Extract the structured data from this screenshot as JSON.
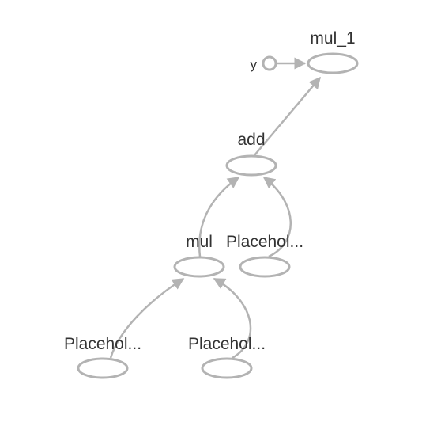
{
  "graph": {
    "nodes": [
      {
        "id": "mul_1",
        "label": "mul_1"
      },
      {
        "id": "add",
        "label": "add"
      },
      {
        "id": "mul",
        "label": "mul"
      },
      {
        "id": "placeholder_add",
        "label": "Placehol..."
      },
      {
        "id": "placeholder_left",
        "label": "Placehol..."
      },
      {
        "id": "placeholder_right",
        "label": "Placehol..."
      }
    ],
    "constant": {
      "id": "y",
      "label": "y"
    },
    "edges": [
      {
        "from": "y",
        "to": "mul_1"
      },
      {
        "from": "add",
        "to": "mul_1"
      },
      {
        "from": "mul",
        "to": "add"
      },
      {
        "from": "placeholder_add",
        "to": "add"
      },
      {
        "from": "placeholder_left",
        "to": "mul"
      },
      {
        "from": "placeholder_right",
        "to": "mul"
      }
    ]
  },
  "colors": {
    "node_stroke": "#b3b3b3",
    "edge": "#b3b3b3",
    "label": "#333333",
    "background": "#ffffff"
  }
}
